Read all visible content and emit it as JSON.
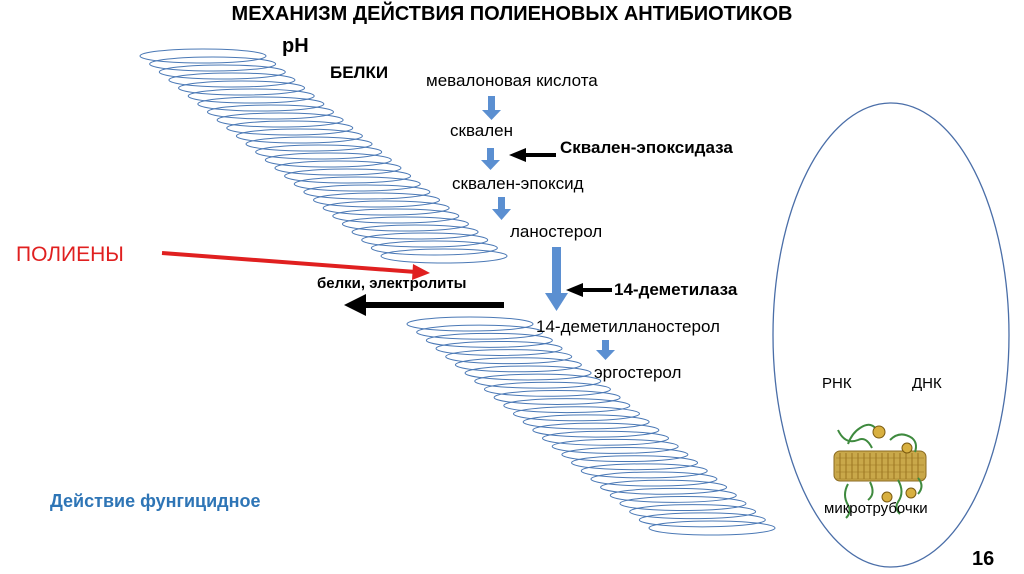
{
  "slide": {
    "title": "МЕХАНИЗМ ДЕЙСТВИЯ ПОЛИЕНОВЫХ АНТИБИОТИКОВ",
    "page_number": "16"
  },
  "membrane": {
    "ph_label": "pH",
    "proteins_label": "БЕЛКИ",
    "outflow_label": "белки, электролиты"
  },
  "polyenes": {
    "label": "ПОЛИЕНЫ",
    "color": "#e02020"
  },
  "pathway": {
    "steps": [
      "мевалоновая кислота",
      "сквален",
      "сквален-эпоксид",
      "ланостерол",
      "14-деметилланостерол",
      "эргостерол"
    ],
    "enzymes": [
      "Сквален-эпоксидаза",
      "14-деметилаза"
    ],
    "arrow_color": "#5b8fd1"
  },
  "cell": {
    "rna_label": "РНК",
    "dna_label": "ДНК",
    "microtubules_label": "микротрубочки"
  },
  "effect": {
    "label": "Действие фунгицидное",
    "color": "#2e75b6"
  },
  "colors": {
    "ring_stroke": "#4a78b5",
    "cell_stroke": "#4a6ea8",
    "tube_fill": "#c9a84a",
    "fiber": "#3e8a3e"
  }
}
